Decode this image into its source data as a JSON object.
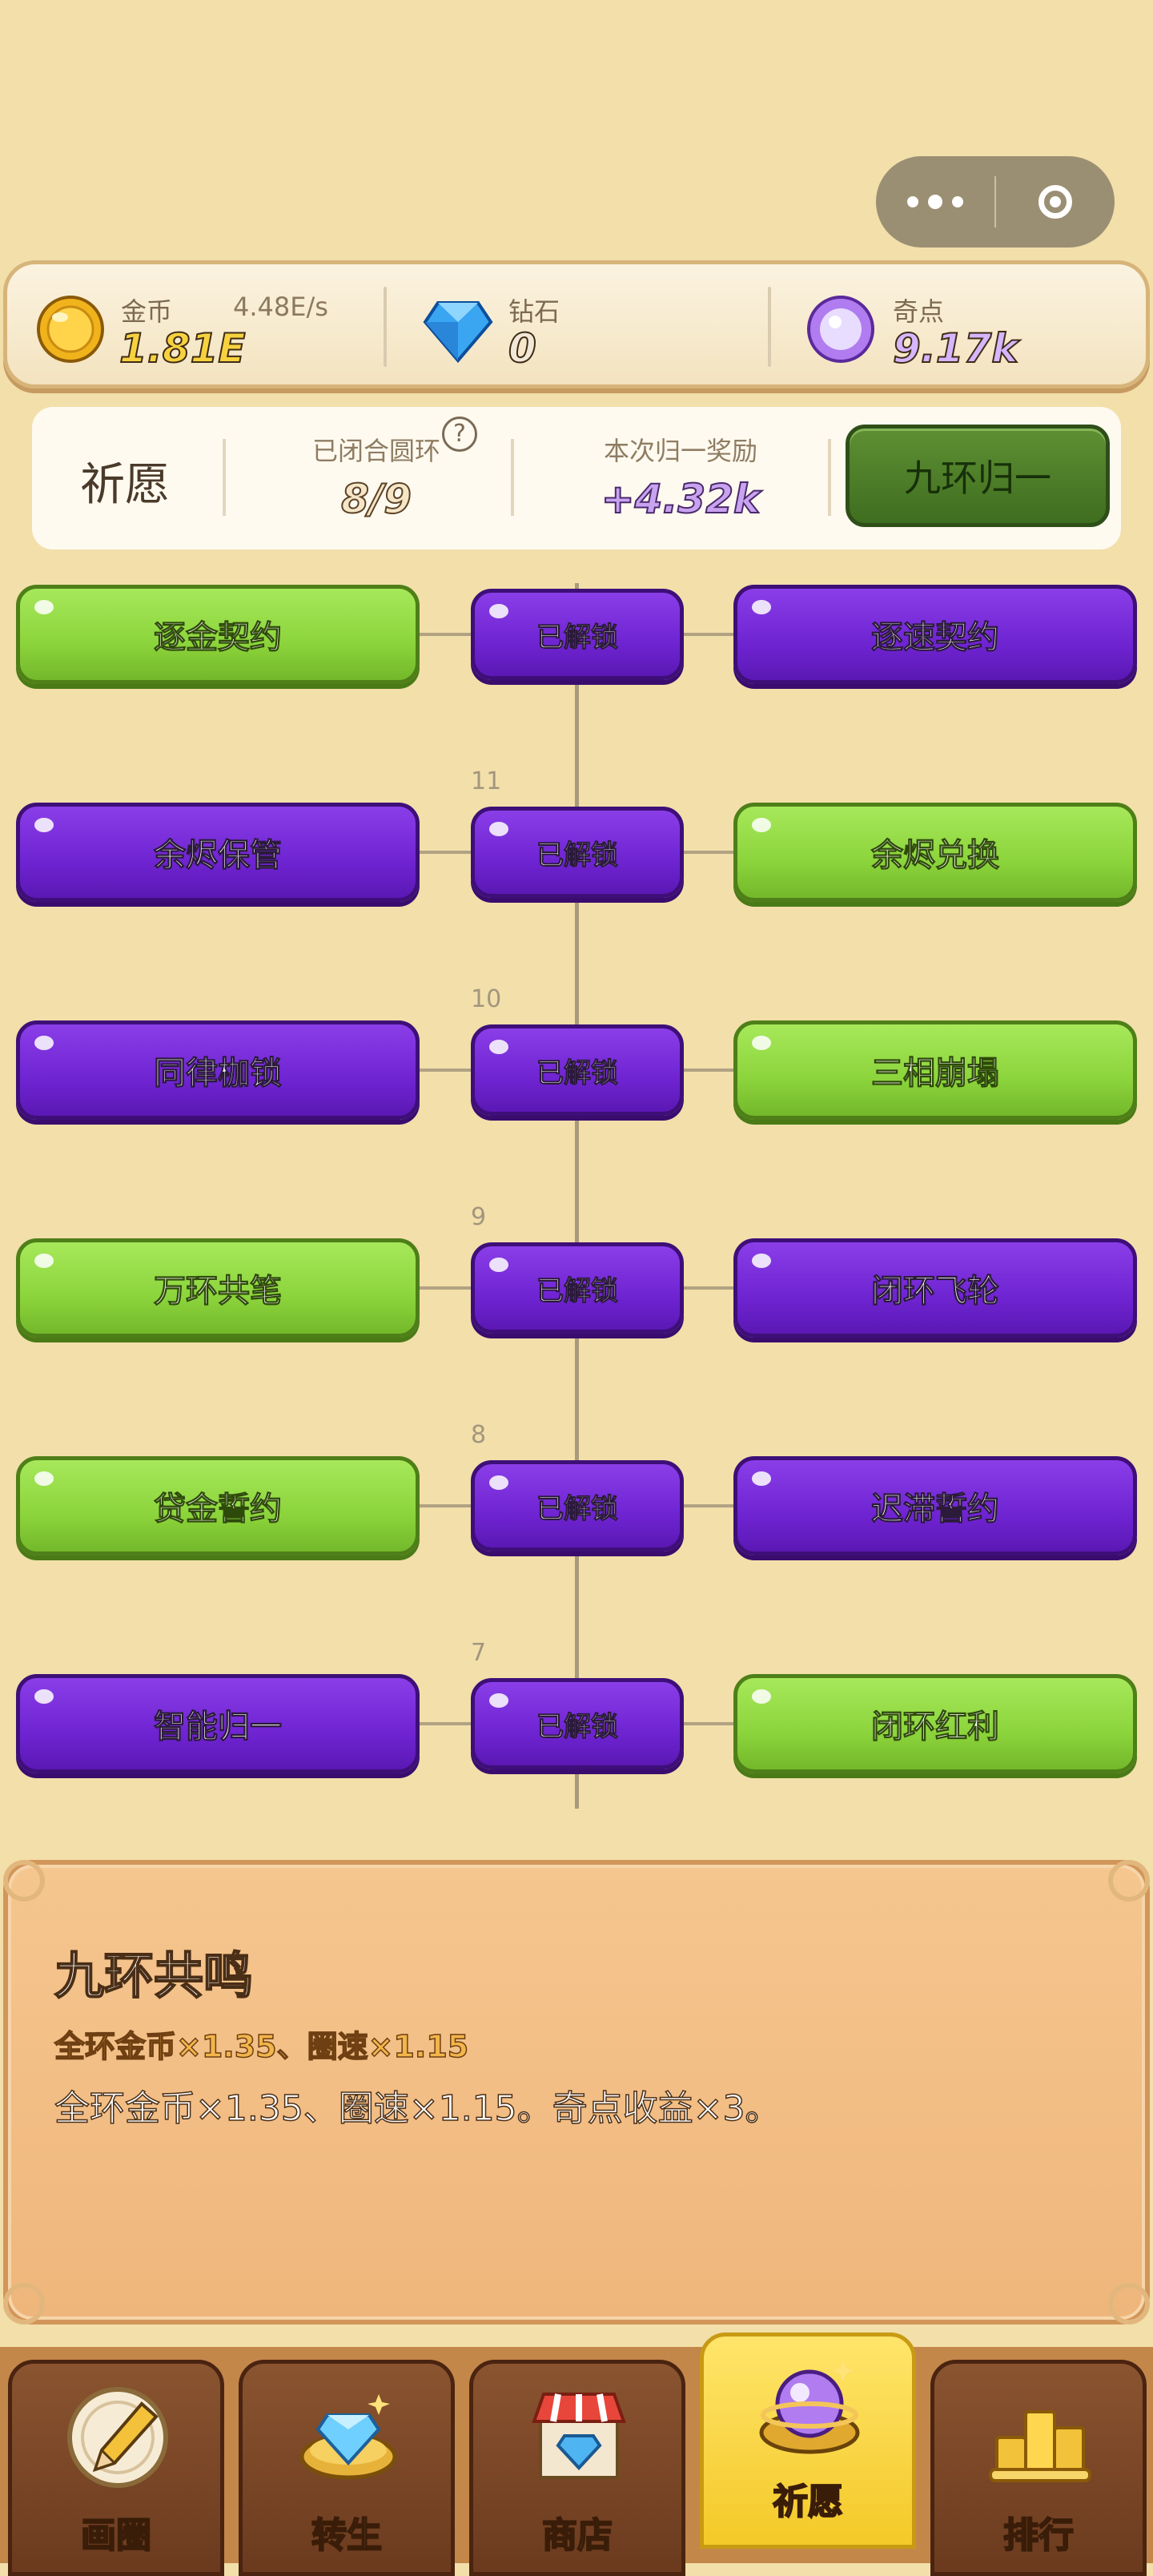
{
  "resources": {
    "gold": {
      "label": "金币",
      "value": "1.81E",
      "rate": "4.48E/s"
    },
    "diamond": {
      "label": "钻石",
      "value": "0"
    },
    "oddity": {
      "label": "奇点",
      "value": "9.17k"
    }
  },
  "wish_panel": {
    "title": "祈愿",
    "closed_rings_label": "已闭合圆环",
    "closed_rings_value": "8/9",
    "reward_label": "本次归一奖励",
    "reward_value": "+4.32k",
    "button_label": "九环归一"
  },
  "tree_rows": [
    {
      "level": "",
      "left": "逐金契约",
      "left_color": "green",
      "mid": "已解锁",
      "right": "逐速契约",
      "right_color": "purple"
    },
    {
      "level": "11",
      "left": "余烬保管",
      "left_color": "purple",
      "mid": "已解锁",
      "right": "余烬兑换",
      "right_color": "green"
    },
    {
      "level": "10",
      "left": "同律枷锁",
      "left_color": "purple",
      "mid": "已解锁",
      "right": "三相崩塌",
      "right_color": "green"
    },
    {
      "level": "9",
      "left": "万环共笔",
      "left_color": "green",
      "mid": "已解锁",
      "right": "闭环飞轮",
      "right_color": "purple"
    },
    {
      "level": "8",
      "left": "贷金誓约",
      "left_color": "green",
      "mid": "已解锁",
      "right": "迟滞誓约",
      "right_color": "purple"
    },
    {
      "level": "7",
      "left": "智能归一",
      "left_color": "purple",
      "mid": "已解锁",
      "right": "闭环红利",
      "right_color": "green"
    }
  ],
  "info": {
    "title": "九环共鸣",
    "subtitle": "全环金币×1.35、圈速×1.15",
    "description": "全环金币×1.35、圈速×1.15。奇点收益×3。"
  },
  "nav": [
    {
      "label": "画圈",
      "icon": "pencil-icon"
    },
    {
      "label": "转生",
      "icon": "crystal-icon"
    },
    {
      "label": "商店",
      "icon": "shop-icon"
    },
    {
      "label": "祈愿",
      "icon": "orb-icon",
      "active": true
    },
    {
      "label": "排行",
      "icon": "podium-icon"
    }
  ],
  "colors": {
    "background": "#f2dfaa",
    "purple": "#7a2fdc",
    "green": "#8cd43c",
    "active_tab": "#f4c928"
  }
}
